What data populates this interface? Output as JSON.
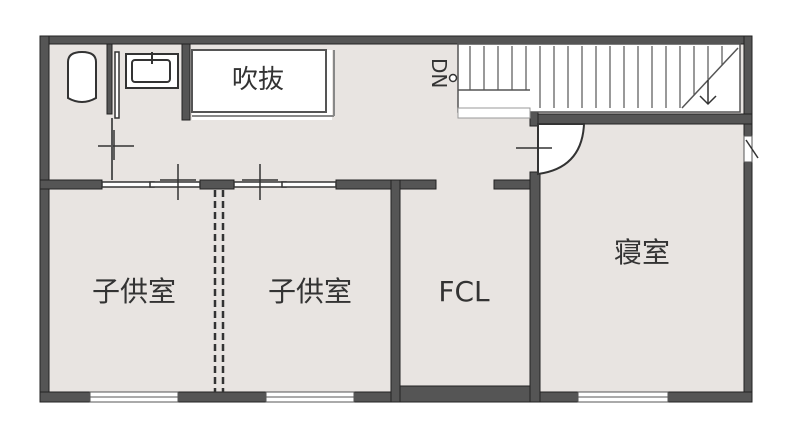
{
  "plan": {
    "rooms": {
      "void": "吹抜",
      "child_left": "子供室",
      "child_right": "子供室",
      "closet": "FCL",
      "bedroom": "寝室"
    },
    "stair_label": "DN"
  },
  "colors": {
    "floor": "#e8e4e1",
    "wall": "#555555",
    "wall_outline": "#222222",
    "background": "#ffffff"
  }
}
